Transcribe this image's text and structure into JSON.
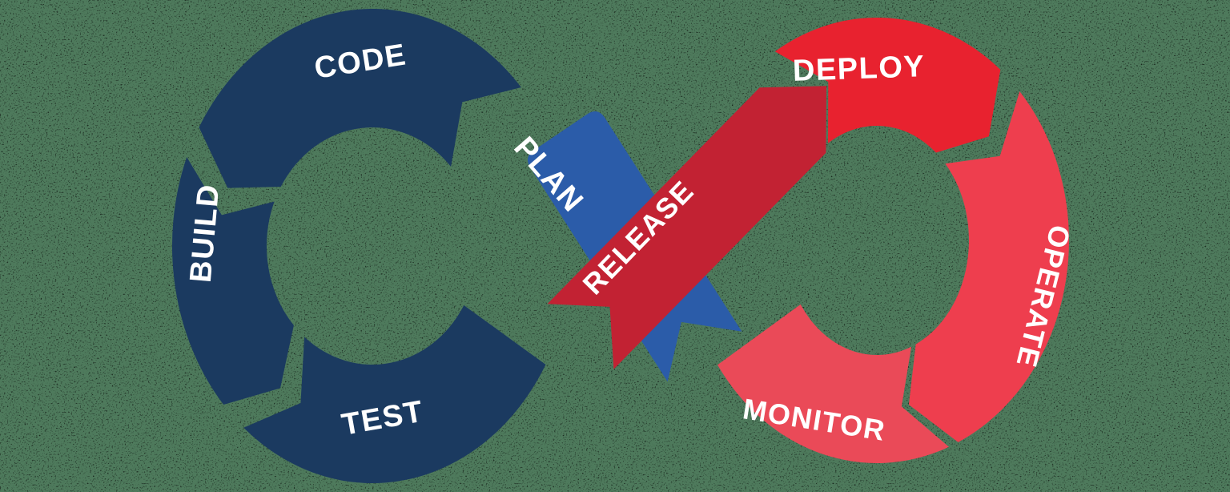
{
  "diagram": {
    "kind": "devops-infinity-loop"
  },
  "colors": {
    "background": "#4e7a5c",
    "noise_speck": "#000000",
    "dev_navy": "#1b3a60",
    "plan_blue": "#2b5ca9",
    "release_crimson": "#c22233",
    "deploy_red": "#e8222f",
    "operate_red": "#ee3e4e",
    "monitor_red": "#ea4a58",
    "label_white": "#ffffff"
  },
  "stages": {
    "plan": {
      "label": "PLAN"
    },
    "code": {
      "label": "CODE"
    },
    "build": {
      "label": "BUILD"
    },
    "test": {
      "label": "TEST"
    },
    "release": {
      "label": "RELEASE"
    },
    "deploy": {
      "label": "DEPLOY"
    },
    "operate": {
      "label": "OPERATE"
    },
    "monitor": {
      "label": "MONITOR"
    }
  }
}
